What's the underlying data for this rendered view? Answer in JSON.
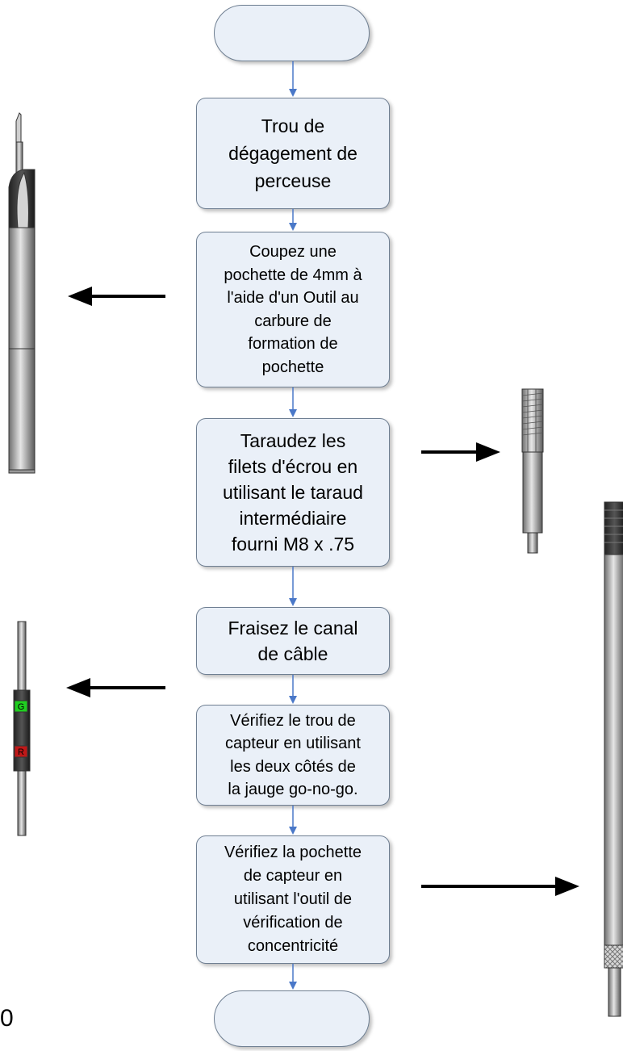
{
  "flowchart": {
    "steps": [
      {
        "id": "step-drill",
        "label": "Trou de\ndégagement de\nperceuse"
      },
      {
        "id": "step-pocket",
        "label": "Coupez une\npochette de 4mm à\nl'aide d'un Outil au\ncarbure de\nformation de\npochette"
      },
      {
        "id": "step-tap",
        "label": "Taraudez les\nfilets d'écrou en\nutilisant le taraud\nintermédiaire\nfourni M8 x .75"
      },
      {
        "id": "step-mill",
        "label": "Fraisez le canal\nde câble"
      },
      {
        "id": "step-check-hole",
        "label": "Vérifiez le trou de\ncapteur en utilisant\nles deux côtés de\nla jauge go-no-go."
      },
      {
        "id": "step-check-pocket",
        "label": "Vérifiez la pochette\nde capteur en\nutilisant l'outil de\nvérification de\nconcentricité"
      }
    ]
  },
  "gauge": {
    "go_mark": "G",
    "nogo_mark": "R"
  },
  "page_number": "0",
  "colors": {
    "box_fill": "#eaf0f8",
    "box_border": "#6f7f92",
    "connector": "#4a78c8",
    "go_green": "#20d020",
    "nogo_red": "#c01818"
  }
}
